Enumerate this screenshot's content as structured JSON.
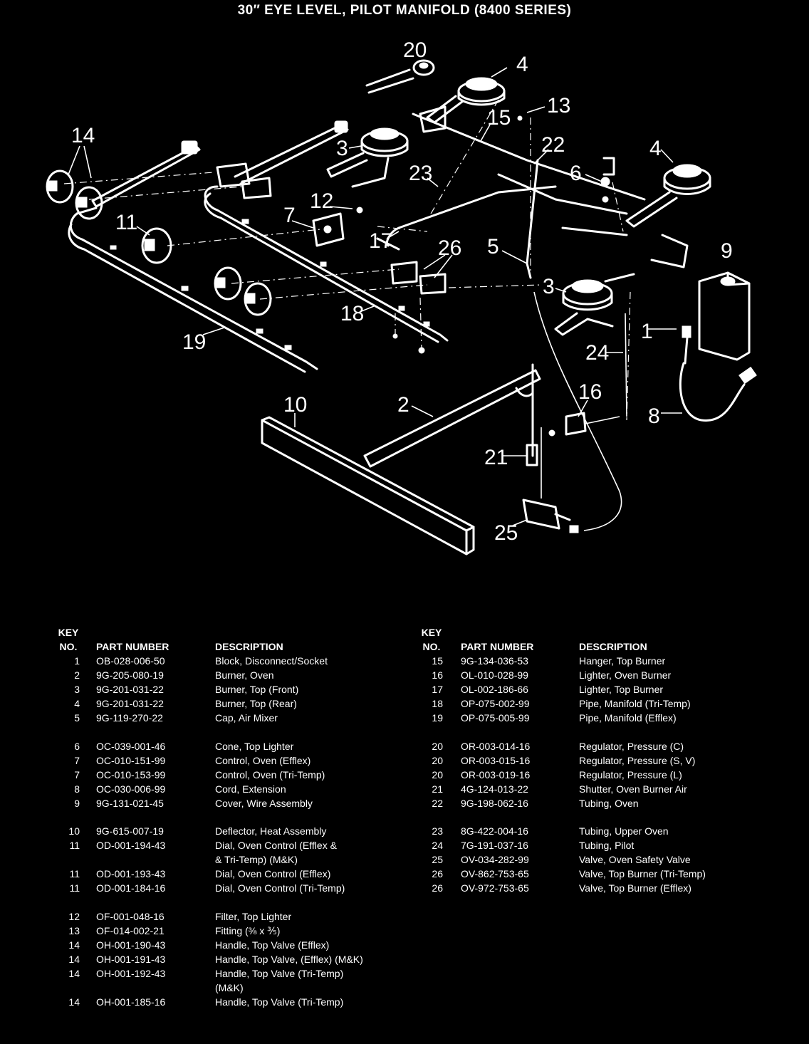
{
  "title": "30″ EYE LEVEL, PILOT MANIFOLD (8400 SERIES)",
  "callouts": [
    "20",
    "4",
    "13",
    "15",
    "14",
    "3",
    "22",
    "4",
    "6",
    "23",
    "12",
    "7",
    "11",
    "17",
    "26",
    "5",
    "9",
    "3",
    "18",
    "19",
    "1",
    "24",
    "10",
    "2",
    "16",
    "8",
    "21",
    "25"
  ],
  "table_headers": {
    "key_line1": "KEY",
    "key_line2": "NO.",
    "part_number": "PART NUMBER",
    "description": "DESCRIPTION"
  },
  "left_table": [
    {
      "key": "1",
      "part": "OB-028-006-50",
      "desc": "Block, Disconnect/Socket"
    },
    {
      "key": "2",
      "part": "9G-205-080-19",
      "desc": "Burner, Oven"
    },
    {
      "key": "3",
      "part": "9G-201-031-22",
      "desc": "Burner, Top (Front)"
    },
    {
      "key": "4",
      "part": "9G-201-031-22",
      "desc": "Burner, Top (Rear)"
    },
    {
      "key": "5",
      "part": "9G-119-270-22",
      "desc": "Cap, Air Mixer"
    },
    {
      "gap": true
    },
    {
      "key": "6",
      "part": "OC-039-001-46",
      "desc": "Cone, Top Lighter"
    },
    {
      "key": "7",
      "part": "OC-010-151-99",
      "desc": "Control, Oven (Efflex)"
    },
    {
      "key": "7",
      "part": "OC-010-153-99",
      "desc": "Control, Oven (Tri-Temp)"
    },
    {
      "key": "8",
      "part": "OC-030-006-99",
      "desc": "Cord, Extension"
    },
    {
      "key": "9",
      "part": "9G-131-021-45",
      "desc": "Cover, Wire Assembly"
    },
    {
      "gap": true
    },
    {
      "key": "10",
      "part": "9G-615-007-19",
      "desc": "Deflector, Heat Assembly"
    },
    {
      "key": "11",
      "part": "OD-001-194-43",
      "desc": "Dial, Oven Control (Efflex &"
    },
    {
      "key": "",
      "part": "",
      "desc": "& Tri-Temp) (M&K)"
    },
    {
      "key": "11",
      "part": "OD-001-193-43",
      "desc": "Dial, Oven Control (Efflex)"
    },
    {
      "key": "11",
      "part": "OD-001-184-16",
      "desc": "Dial, Oven Control (Tri-Temp)"
    },
    {
      "gap": true
    },
    {
      "key": "12",
      "part": "OF-001-048-16",
      "desc": "Filter, Top Lighter"
    },
    {
      "key": "13",
      "part": "OF-014-002-21",
      "desc": "Fitting (⅜ x ⅗)"
    },
    {
      "key": "14",
      "part": "OH-001-190-43",
      "desc": "Handle, Top Valve (Efflex)"
    },
    {
      "key": "14",
      "part": "OH-001-191-43",
      "desc": "Handle, Top Valve, (Efflex) (M&K)"
    },
    {
      "key": "14",
      "part": "OH-001-192-43",
      "desc": "Handle, Top Valve (Tri-Temp)"
    },
    {
      "key": "",
      "part": "",
      "desc": "(M&K)"
    },
    {
      "key": "14",
      "part": "OH-001-185-16",
      "desc": "Handle, Top Valve (Tri-Temp)"
    }
  ],
  "right_table": [
    {
      "key": "15",
      "part": "9G-134-036-53",
      "desc": "Hanger, Top Burner"
    },
    {
      "key": "16",
      "part": "OL-010-028-99",
      "desc": "Lighter, Oven Burner"
    },
    {
      "key": "17",
      "part": "OL-002-186-66",
      "desc": "Lighter, Top Burner"
    },
    {
      "key": "18",
      "part": "OP-075-002-99",
      "desc": "Pipe, Manifold (Tri-Temp)"
    },
    {
      "key": "19",
      "part": "OP-075-005-99",
      "desc": "Pipe, Manifold (Efflex)"
    },
    {
      "gap": true
    },
    {
      "key": "20",
      "part": "OR-003-014-16",
      "desc": "Regulator, Pressure (C)"
    },
    {
      "key": "20",
      "part": "OR-003-015-16",
      "desc": "Regulator, Pressure (S, V)"
    },
    {
      "key": "20",
      "part": "OR-003-019-16",
      "desc": "Regulator, Pressure (L)"
    },
    {
      "key": "21",
      "part": "4G-124-013-22",
      "desc": "Shutter, Oven Burner Air"
    },
    {
      "key": "22",
      "part": "9G-198-062-16",
      "desc": "Tubing, Oven"
    },
    {
      "gap": true
    },
    {
      "key": "23",
      "part": "8G-422-004-16",
      "desc": "Tubing, Upper Oven"
    },
    {
      "key": "24",
      "part": "7G-191-037-16",
      "desc": "Tubing, Pilot"
    },
    {
      "key": "25",
      "part": "OV-034-282-99",
      "desc": "Valve, Oven Safety Valve"
    },
    {
      "key": "26",
      "part": "OV-862-753-65",
      "desc": "Valve, Top Burner (Tri-Temp)"
    },
    {
      "key": "26",
      "part": "OV-972-753-65",
      "desc": "Valve, Top Burner (Efflex)"
    }
  ]
}
